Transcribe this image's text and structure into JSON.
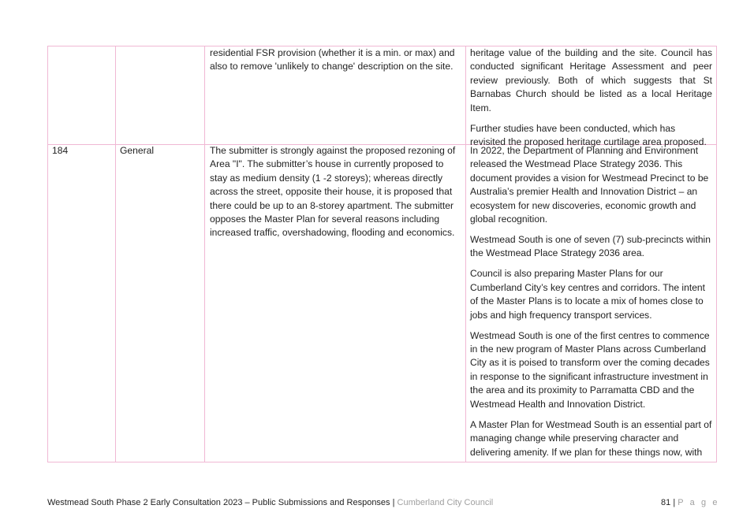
{
  "colors": {
    "table_border": "#f0b8d4",
    "text": "#222222",
    "muted": "#a0a0a0"
  },
  "rows": [
    {
      "id": "",
      "category": "",
      "submission": [
        "residential FSR provision (whether it is a min. or max) and also to remove 'unlikely to change' description on the site."
      ],
      "response": [
        "heritage value of the building and the site. Council has conducted significant Heritage Assessment and peer review previously. Both of which suggests that St Barnabas Church should be listed as a local Heritage Item.",
        "Further studies have been conducted, which has revisited the proposed heritage curtilage area proposed."
      ]
    },
    {
      "id": "184",
      "category": "General",
      "submission": [
        "The submitter is strongly against the proposed rezoning of Area \"I\". The submitter’s house in currently proposed to stay as medium density (1 -2 storeys); whereas directly across the street, opposite their house, it is proposed that there could be up to an 8-storey apartment.  The submitter opposes the Master Plan for several reasons including increased traffic, overshadowing, flooding and economics."
      ],
      "response": [
        "In 2022, the Department of Planning and Environment released the Westmead Place Strategy 2036. This document provides a vision for Westmead Precinct to be Australia’s premier Health and Innovation District – an ecosystem for new discoveries, economic growth and global recognition.",
        "Westmead South is one of seven (7) sub-precincts within the Westmead Place Strategy 2036 area.",
        "Council is also preparing Master Plans for our Cumberland City’s key centres and corridors. The intent of the Master Plans is to locate a mix of homes close to jobs and high frequency transport services.",
        "Westmead South is one of the first centres to commence in the new program of Master Plans across Cumberland City as it is poised to transform over the coming decades in response to the significant infrastructure investment in the area and its proximity to Parramatta CBD and the Westmead Health and Innovation District.",
        "A Master Plan for Westmead South is an essential part of managing change while preserving character and delivering amenity. If we plan for these things now, with"
      ]
    }
  ],
  "footer": {
    "doc_title": "Westmead South Phase 2 Early Consultation 2023 – Public Submissions and Responses",
    "separator": "|",
    "org": "Cumberland City Council",
    "page_number": "81",
    "page_word": "P a g e"
  }
}
